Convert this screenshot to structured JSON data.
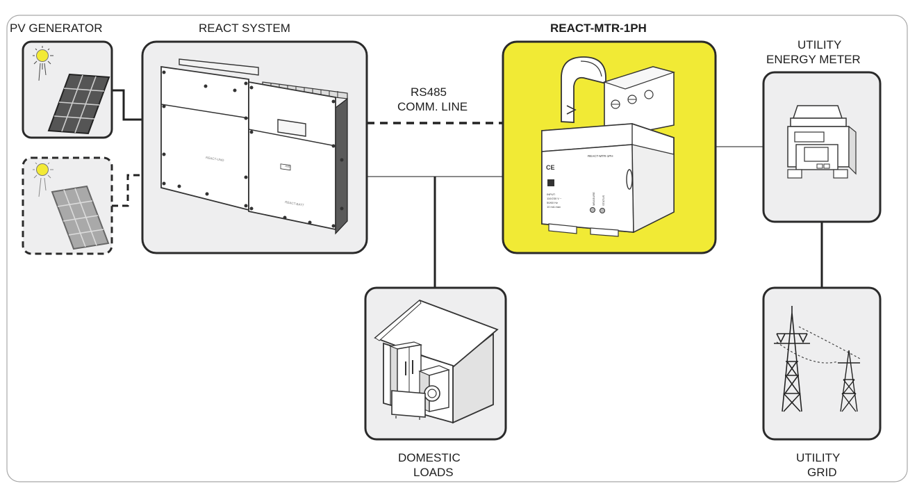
{
  "labels": {
    "pv_generator": "PV GENERATOR",
    "react_system": "REACT SYSTEM",
    "react_mtr": "REACT-MTR-1PH",
    "utility_meter_line1": "UTILITY",
    "utility_meter_line2": "ENERGY METER",
    "comm_line1": "RS485",
    "comm_line2": "COMM. LINE",
    "domestic_line1": "DOMESTIC",
    "domestic_line2": "LOADS",
    "grid_line1": "UTILITY",
    "grid_line2": "GRID"
  },
  "device_text": {
    "inverter_left_brand": "REACT-UNO",
    "inverter_right_top": "ABB",
    "inverter_right_brand": "REACT-BATT",
    "meter_model": "REACT-MTR-1PH",
    "meter_ce": "CE",
    "meter_input": "INPUT:",
    "meter_spec_1": "110/230 V ~",
    "meter_spec_2": "50/60 Hz",
    "meter_spec_3": "10 mA max",
    "meter_measure": "MEASURE",
    "meter_status": "STATUS"
  },
  "colors": {
    "panel_bg": "#eeeeef",
    "highlight": "#f1ea35",
    "outline": "#2a2a2a",
    "frame": "#9a9a9a"
  }
}
